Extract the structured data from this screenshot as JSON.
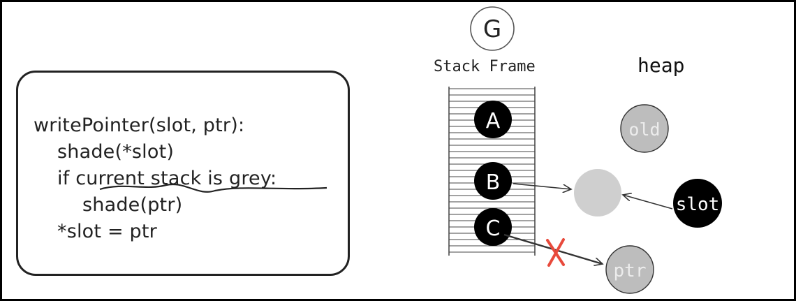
{
  "code": {
    "lines": [
      "writePointer(slot, ptr):",
      "shade(*slot)",
      "if current stack is grey:",
      "shade(ptr)",
      "*slot = ptr"
    ]
  },
  "goroutine": {
    "label": "G"
  },
  "stack": {
    "title": "Stack Frame",
    "nodes": [
      "A",
      "B",
      "C"
    ]
  },
  "heap": {
    "title": "heap",
    "objects": {
      "old": "old",
      "slot": "slot",
      "ptr": "ptr"
    }
  },
  "colors": {
    "black_object": "#000000",
    "grey_object": "#bdbdbd",
    "light_grey_object": "#cfcfcf",
    "cross": "#e84a3c",
    "ink": "#222222"
  }
}
